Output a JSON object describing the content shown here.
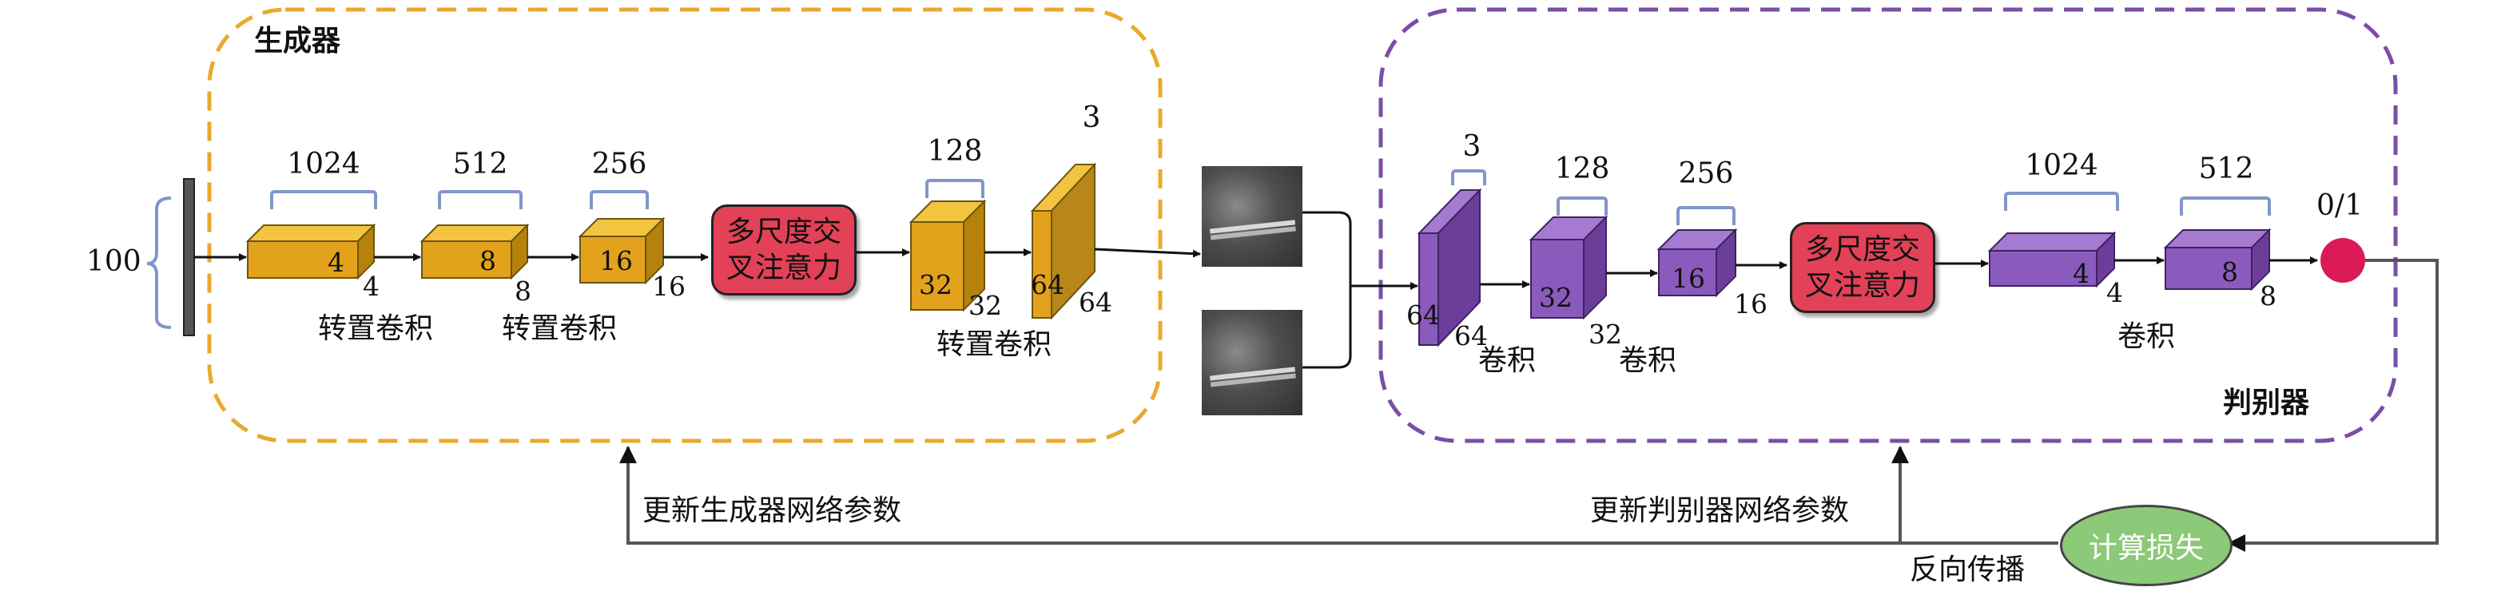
{
  "generator": {
    "title": "生成器",
    "input_size": "100",
    "channels": [
      "1024",
      "512",
      "256",
      "128",
      "3"
    ],
    "cube_dims": [
      [
        "4",
        "4"
      ],
      [
        "8",
        "8"
      ],
      [
        "16",
        "16"
      ],
      [
        "32",
        "32"
      ],
      [
        "64",
        "64"
      ]
    ],
    "layer_labels": [
      "转置卷积",
      "转置卷积",
      "转置卷积"
    ],
    "attention_label": "多尺度交叉注意力"
  },
  "discriminator": {
    "title": "判别器",
    "channels": [
      "3",
      "128",
      "256",
      "1024",
      "512"
    ],
    "cube_dims": [
      [
        "64",
        "64"
      ],
      [
        "32",
        "32"
      ],
      [
        "16",
        "16"
      ],
      [
        "4",
        "4"
      ],
      [
        "8",
        "8"
      ]
    ],
    "layer_labels": [
      "卷积",
      "卷积",
      "卷积"
    ],
    "attention_label": "多尺度交叉注意力",
    "output_label": "0/1"
  },
  "feedback": {
    "update_generator": "更新生成器网络参数",
    "update_discriminator": "更新判别器网络参数",
    "loss_label": "计算损失",
    "backprop_label": "反向传播"
  },
  "colors": {
    "generator_frame": "#e9a92e",
    "discriminator_frame": "#7a4ea6",
    "generator_block": "#e3a21c",
    "discriminator_block": "#8a5bbd",
    "attention": "#e34157",
    "output_node": "#d91a57",
    "loss": "#8cc978"
  }
}
